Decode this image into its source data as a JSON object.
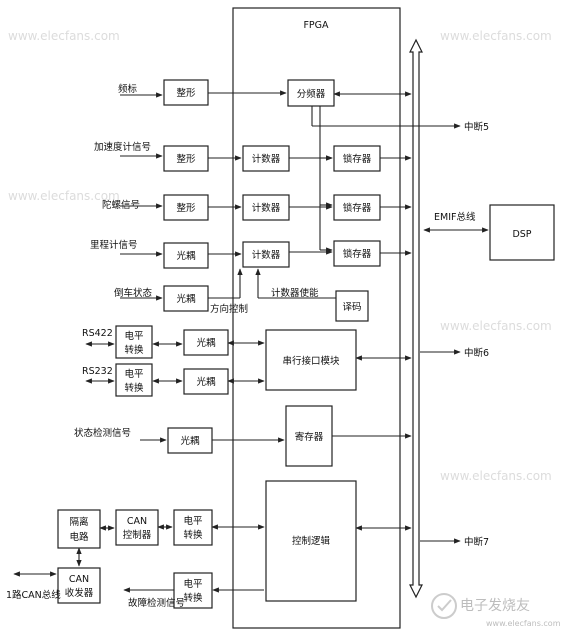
{
  "fpga_label": "FPGA",
  "dsp_label": "DSP",
  "emif_label": "EMIF总线",
  "inputs": {
    "freq": "频标",
    "accel": "加速度计信号",
    "gyro": "陀螺信号",
    "odo": "里程计信号",
    "reverse": "倒车状态",
    "rs422": "RS422",
    "rs232": "RS232",
    "status_detect": "状态检测信号",
    "can_bus": "1路CAN总线",
    "fault_detect": "故障检测信号"
  },
  "blocks": {
    "shaping": "整形",
    "divider": "分频器",
    "counter": "计数器",
    "latch": "锁存器",
    "optocoupler": "光耦",
    "level_shift_1": "电平",
    "level_shift_2": "转换",
    "serial_port": "串行接口模块",
    "register": "寄存器",
    "control_logic": "控制逻辑",
    "isolation_1": "隔离",
    "isolation_2": "电路",
    "can_ctrl_1": "CAN",
    "can_ctrl_2": "控制器",
    "can_xcvr_1": "CAN",
    "can_xcvr_2": "收发器",
    "decoder": "译码"
  },
  "annotations": {
    "direction_ctrl": "方向控制",
    "counter_enable": "计数器使能"
  },
  "interrupts": {
    "int5": "中断5",
    "int6": "中断6",
    "int7": "中断7"
  },
  "watermark": {
    "logo_text": "电子发烧友",
    "url": "www.elecfans.com",
    "bg_text": "www.elecfans.com"
  },
  "colors": {
    "line": "#222222",
    "watermark": "#cccccc"
  }
}
